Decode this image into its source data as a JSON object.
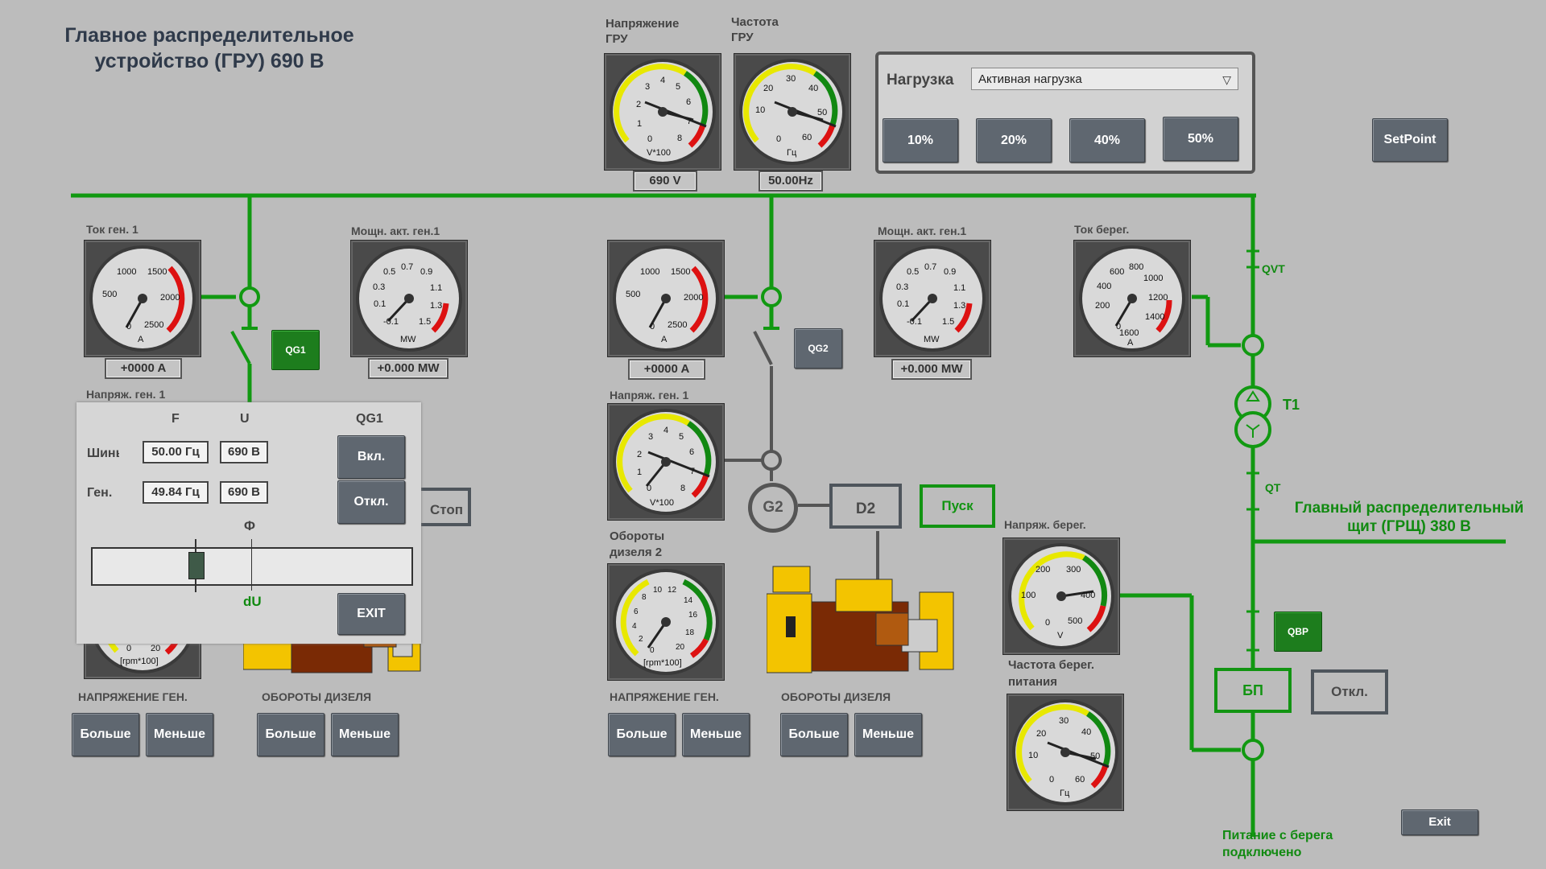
{
  "title": "Главное распределительное устройство (ГРУ) 690 В",
  "bus_gauges": {
    "voltage": {
      "label": "Напряжение ГРУ",
      "unit": "V*100",
      "ticks": [
        "0",
        "1",
        "2",
        "3",
        "4",
        "5",
        "6",
        "7",
        "8"
      ],
      "readout": "690 V"
    },
    "frequency": {
      "label": "Частота ГРУ",
      "unit": "Гц",
      "ticks": [
        "0",
        "10",
        "20",
        "30",
        "40",
        "50",
        "60"
      ],
      "readout": "50.00Hz"
    }
  },
  "load_panel": {
    "label": "Нагрузка",
    "select_value": "Активная нагрузка",
    "buttons": [
      "10%",
      "20%",
      "40%",
      "50%"
    ]
  },
  "setpoint_button": "SetPoint",
  "gen1": {
    "current_label": "Ток ген. 1",
    "current_unit": "A",
    "current_ticks": [
      "0",
      "500",
      "1000",
      "1500",
      "2000",
      "2500"
    ],
    "current_readout": "+0000 A",
    "power_label": "Мощн. акт. ген.1",
    "power_unit": "MW",
    "power_ticks": [
      "-0.1",
      "0.1",
      "0.3",
      "0.5",
      "0.7",
      "0.9",
      "1.1",
      "1.3",
      "1.5"
    ],
    "power_readout": "+0.000 MW",
    "breaker": "QG1",
    "voltage_label": "Напряж. ген. 1",
    "stop_button": "Стоп",
    "rpm_unit": "[rpm*100]",
    "rpm_ticks": [
      "0",
      "20"
    ],
    "gen_voltage_caption": "НАПРЯЖЕНИЕ ГЕН.",
    "diesel_rpm_caption": "ОБОРОТЫ ДИЗЕЛЯ",
    "more": "Больше",
    "less": "Меньше"
  },
  "gen2": {
    "current_unit": "A",
    "current_ticks": [
      "0",
      "500",
      "1000",
      "1500",
      "2000",
      "2500"
    ],
    "current_readout": "+0000 A",
    "power_label": "Мощн. акт. ген.1",
    "power_unit": "MW",
    "power_ticks": [
      "-0.1",
      "0.1",
      "0.3",
      "0.5",
      "0.7",
      "0.9",
      "1.1",
      "1.3",
      "1.5"
    ],
    "power_readout": "+0.000 MW",
    "breaker": "QG2",
    "voltage_label": "Напряж. ген. 1",
    "voltage_unit": "V*100",
    "voltage_ticks": [
      "0",
      "1",
      "2",
      "3",
      "4",
      "5",
      "6",
      "7",
      "8"
    ],
    "generator": "G2",
    "diesel": "D2",
    "start_button": "Пуск",
    "rpm_label": "Обороты дизеля 2",
    "rpm_unit": "[rpm*100]",
    "rpm_ticks": [
      "0",
      "2",
      "4",
      "6",
      "8",
      "10",
      "12",
      "14",
      "16",
      "18",
      "20"
    ],
    "gen_voltage_caption": "НАПРЯЖЕНИЕ ГЕН.",
    "diesel_rpm_caption": "ОБОРОТЫ ДИЗЕЛЯ",
    "more": "Больше",
    "less": "Меньше"
  },
  "shore": {
    "current_label": "Ток берег.",
    "current_unit": "A",
    "current_ticks": [
      "0",
      "200",
      "400",
      "600",
      "800",
      "1000",
      "1200",
      "1400",
      "1600"
    ],
    "qvt": "QVT",
    "transformer": "T1",
    "qt": "QT",
    "grsh_label": "Главный распределительный щит (ГРЩ) 380 В",
    "voltage_label": "Напряж. берег.",
    "voltage_unit": "V",
    "voltage_ticks": [
      "0",
      "100",
      "200",
      "300",
      "400",
      "500"
    ],
    "freq_label": "Частота берег. питания",
    "freq_unit": "Гц",
    "freq_ticks": [
      "0",
      "10",
      "20",
      "30",
      "40",
      "50",
      "60"
    ],
    "qbp": "QBP",
    "bp": "БП",
    "off_button": "Откл.",
    "status": "Питание с берега подключено"
  },
  "sync_popup": {
    "col_f": "F",
    "col_u": "U",
    "col_qg": "QG1",
    "row_bus": "Шины",
    "row_gen": "Ген.",
    "bus_f": "50.00 Гц",
    "bus_u": "690 В",
    "gen_f": "49.84 Гц",
    "gen_u": "690 В",
    "on_button": "Вкл.",
    "off_button": "Откл.",
    "phi_label": "Φ",
    "du_label": "dU",
    "exit_button": "EXIT"
  },
  "exit_button": "Exit",
  "colors": {
    "bus": "#119911",
    "red_zone": "#dd1111",
    "yellow_zone": "#e8e800",
    "green_zone": "#118811",
    "button": "#5f6770"
  }
}
